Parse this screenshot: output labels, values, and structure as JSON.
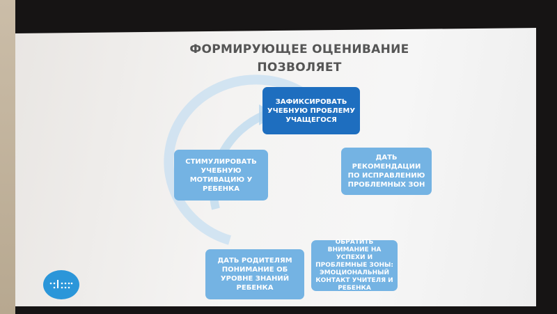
{
  "slide": {
    "title_line1": "ФОРМИРУЮЩЕЕ ОЦЕНИВАНИЕ",
    "title_line2": "ПОЗВОЛЯЕТ",
    "steps": [
      {
        "text": "ЗАФИКСИРОВАТЬ УЧЕБНУЮ ПРОБЛЕМУ УЧАЩЕГОСЯ",
        "color": "#1e6ebf"
      },
      {
        "text": "ДАТЬ РЕКОМЕНДАЦИИ ПО ИСПРАВЛЕНИЮ ПРОБЛЕМНЫХ ЗОН",
        "color": "#74b3e3"
      },
      {
        "text": "ОБРАТИТЬ ВНИМАНИЕ НА УСПЕХИ И ПРОБЛЕМНЫЕ ЗОНЫ: ЭМОЦИОНАЛЬНЫЙ КОНТАКТ УЧИТЕЛЯ И РЕБЕНКА",
        "color": "#74b3e3"
      },
      {
        "text": "ДАТЬ РОДИТЕЛЯМ ПОНИМАНИЕ ОБ УРОВНЕ ЗНАНИЙ РЕБЕНКА",
        "color": "#74b3e3"
      },
      {
        "text": "СТИМУЛИРОВАТЬ УЧЕБНУЮ МОТИВАЦИЮ У РЕБЕНКА",
        "color": "#74b3e3"
      }
    ]
  }
}
